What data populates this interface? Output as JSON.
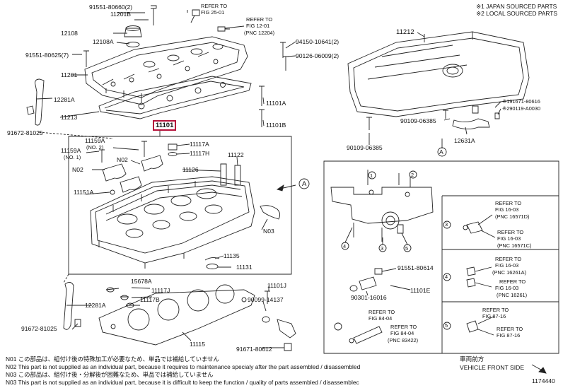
{
  "legend": {
    "line1": "※1 JAPAN SOURCED PARTS",
    "line2": "※2 LOCAL SOURCED PARTS"
  },
  "labels": {
    "p91551_80660": "91551-80660(2)",
    "p11201b": "11201B",
    "refer25_1": "REFER TO",
    "refer25_2": "FIG 25-01",
    "refer12_1": "REFER TO",
    "refer12_2": "FIG 12-01",
    "refer12_3": "(PNC 12204)",
    "p12108": "12108",
    "p12108a": "12108A",
    "p94150": "94150-10641(2)",
    "p90126": "90126-06009(2)",
    "p91551_80625": "91551-80625(7)",
    "p11201": "11201",
    "p12281a_top": "12281A",
    "p11101a": "11101A",
    "p11213": "11213",
    "p11101b": "11101B",
    "p91672_top": "91672-81025",
    "p11101": "11101",
    "p11159a_1": "11159A",
    "p11159a_2": "(NO. 1)",
    "p11159a_no2_1": "11159A",
    "p11159a_no2_2": "(NO. 2)",
    "p11117a": "11117A",
    "p11117h": "11117H",
    "p11122": "11122",
    "n02_a": "N02",
    "n02_b": "N02",
    "p11126": "11126",
    "p11151a": "11151A",
    "n03": "N03",
    "p11135": "11135",
    "p11131": "11131",
    "p15678a": "15678A",
    "p11117j": "11117J",
    "p11117b": "11117B",
    "p12281a_bot": "12281A",
    "p11101j": "11101J",
    "p90099": "90099-14137",
    "p91672_bot": "91672-81025",
    "p11115": "11115",
    "p91671": "91671-80612",
    "p11212": "11212",
    "p191671": "※191671-80616",
    "p290119": "※290119-A0030",
    "p90109_a": "90109-06385",
    "p90109_b": "90109-06385",
    "p12631a": "12631A",
    "circle_a": "A",
    "circle_a2": "A",
    "p91551_80614": "91551-80614",
    "p90301": "90301-16016",
    "p11101e": "11101E",
    "refer84_1": "REFER TO",
    "refer84_2": "FIG 84-04",
    "refer84b_1": "REFER TO",
    "refer84b_2": "FIG 84-04",
    "refer84b_3": "(PNC 83422)",
    "c1": "1",
    "c2": "2",
    "c3": "3",
    "c4": "4",
    "c5": "5",
    "t_refer16_1a": "REFER TO",
    "t_refer16_1b": "FIG 16-03",
    "t_refer16_1c": "(PNC 16571D)",
    "t_refer16_2a": "REFER TO",
    "t_refer16_2b": "FIG 16-03",
    "t_refer16_2c": "(PNC 16571C)",
    "t_refer16_3a": "REFER TO",
    "t_refer16_3b": "FIG 16-03",
    "t_refer16_3c": "(PNC 16261A)",
    "t_refer16_4a": "REFER TO",
    "t_refer16_4b": "FIG 16-03",
    "t_refer16_4c": "(PNC 16261)",
    "t_refer87_1a": "REFER TO",
    "t_refer87_1b": "FIG 87-16",
    "t_refer87_2a": "REFER TO",
    "t_refer87_2b": "FIG 87-16",
    "row3": "3",
    "row4": "4",
    "row5": "5",
    "vehicle_jp": "車両前方",
    "vehicle_en": "VEHICLE FRONT SIDE",
    "figure_no": "1174440"
  },
  "footnotes": [
    "N01 この部品は、組付け後の特殊加工が必要なため、単品では補給していません",
    "N02 This part is not supplied as an individual part, because it requires to maintenance specialy after the part assembled / disassembled",
    "N03 この部品は、組付け後・分解後が困難なため、単品では補給していません",
    "N03 This part is not supplied as an individual part, because it is difficult to keep the function / quality of parts assembled / disassemblec"
  ],
  "colors": {
    "line": "#222222",
    "highlight": "#b5123a",
    "background": "#ffffff"
  }
}
